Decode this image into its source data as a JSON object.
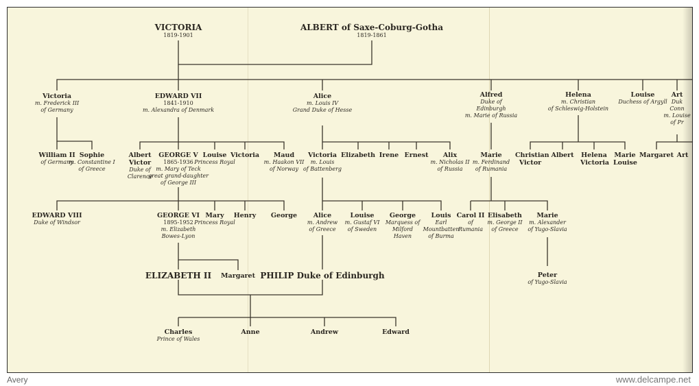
{
  "people": [
    {
      "name": "VICTORIA",
      "lines": [
        "1819-1901"
      ]
    },
    {
      "name": "ALBERT of Saxe-Coburg-Gotha",
      "lines": [
        "1819-1861"
      ]
    },
    {
      "name": "Victoria",
      "lines": [
        "m. Frederick III",
        "of Germany"
      ]
    },
    {
      "name": "EDWARD VII",
      "lines": [
        "1841-1910",
        "m. Alexandra of Denmark"
      ]
    },
    {
      "name": "Alice",
      "lines": [
        "m. Louis IV",
        "Grand Duke of Hesse"
      ]
    },
    {
      "name": "Alfred",
      "lines": [
        "Duke of",
        "Edinburgh",
        "m. Marie of Russia"
      ]
    },
    {
      "name": "Helena",
      "lines": [
        "m. Christian",
        "of Schleswig-Holstein"
      ]
    },
    {
      "name": "Louise",
      "lines": [
        "Duchess of Argyll"
      ]
    },
    {
      "name": "Art",
      "lines": [
        "Duk",
        "Conn",
        "m. Louise",
        "of Pr"
      ]
    },
    {
      "name": "William II",
      "lines": [
        "of Germany"
      ]
    },
    {
      "name": "Sophie",
      "lines": [
        "m. Constantine I",
        "of Greece"
      ]
    },
    {
      "name": "Albert Victor",
      "lines": [
        "Duke of",
        "Clarence"
      ]
    },
    {
      "name": "GEORGE V",
      "lines": [
        "1865-1936",
        "m. Mary of Teck",
        "great grand-daughter",
        "of George III"
      ]
    },
    {
      "name": "Louise",
      "lines": [
        "Princess Royal"
      ]
    },
    {
      "name": "Victoria",
      "lines": []
    },
    {
      "name": "Maud",
      "lines": [
        "m. Haakon VII",
        "of Norway"
      ]
    },
    {
      "name": "Victoria",
      "lines": [
        "m. Louis",
        "of Battenberg"
      ]
    },
    {
      "name": "Elizabeth",
      "lines": []
    },
    {
      "name": "Irene",
      "lines": []
    },
    {
      "name": "Ernest",
      "lines": []
    },
    {
      "name": "Alix",
      "lines": [
        "m. Nicholas II",
        "of Russia"
      ]
    },
    {
      "name": "Marie",
      "lines": [
        "m. Ferdinand",
        "of Rumania"
      ]
    },
    {
      "name": "Christian Victor",
      "lines": []
    },
    {
      "name": "Albert",
      "lines": []
    },
    {
      "name": "Helena Victoria",
      "lines": []
    },
    {
      "name": "Marie Louise",
      "lines": []
    },
    {
      "name": "Margaret",
      "lines": []
    },
    {
      "name": "Art",
      "lines": []
    },
    {
      "name": "EDWARD VIII",
      "lines": [
        "Duke of Windsor"
      ]
    },
    {
      "name": "GEORGE VI",
      "lines": [
        "1895-1952",
        "m. Elizabeth",
        "Bowes-Lyon"
      ]
    },
    {
      "name": "Mary",
      "lines": [
        "Princess Royal"
      ]
    },
    {
      "name": "Henry",
      "lines": []
    },
    {
      "name": "George",
      "lines": []
    },
    {
      "name": "Alice",
      "lines": [
        "m. Andrew",
        "of Greece"
      ]
    },
    {
      "name": "Louise",
      "lines": [
        "m. Gustaf VI",
        "of Sweden"
      ]
    },
    {
      "name": "George",
      "lines": [
        "Marquess of",
        "Milford",
        "Haven"
      ]
    },
    {
      "name": "Louis",
      "lines": [
        "Earl",
        "Mountbatten",
        "of Burma"
      ]
    },
    {
      "name": "Carol II",
      "lines": [
        "of",
        "Rumania"
      ]
    },
    {
      "name": "Elisabeth",
      "lines": [
        "m. George II",
        "of Greece"
      ]
    },
    {
      "name": "Marie",
      "lines": [
        "m. Alexander",
        "of Yugo-Slavia"
      ]
    },
    {
      "name": "Peter",
      "lines": [
        "of Yugo-Slavia"
      ]
    },
    {
      "name": "ELIZABETH II",
      "lines": []
    },
    {
      "name": "Margaret",
      "lines": []
    },
    {
      "name": "PHILIP Duke of Edinburgh",
      "lines": []
    },
    {
      "name": "Charles",
      "lines": [
        "Prince of Wales"
      ]
    },
    {
      "name": "Anne",
      "lines": []
    },
    {
      "name": "Andrew",
      "lines": []
    },
    {
      "name": "Edward",
      "lines": []
    }
  ],
  "footer": {
    "left": "Avery",
    "right": "www.delcampe.net"
  }
}
